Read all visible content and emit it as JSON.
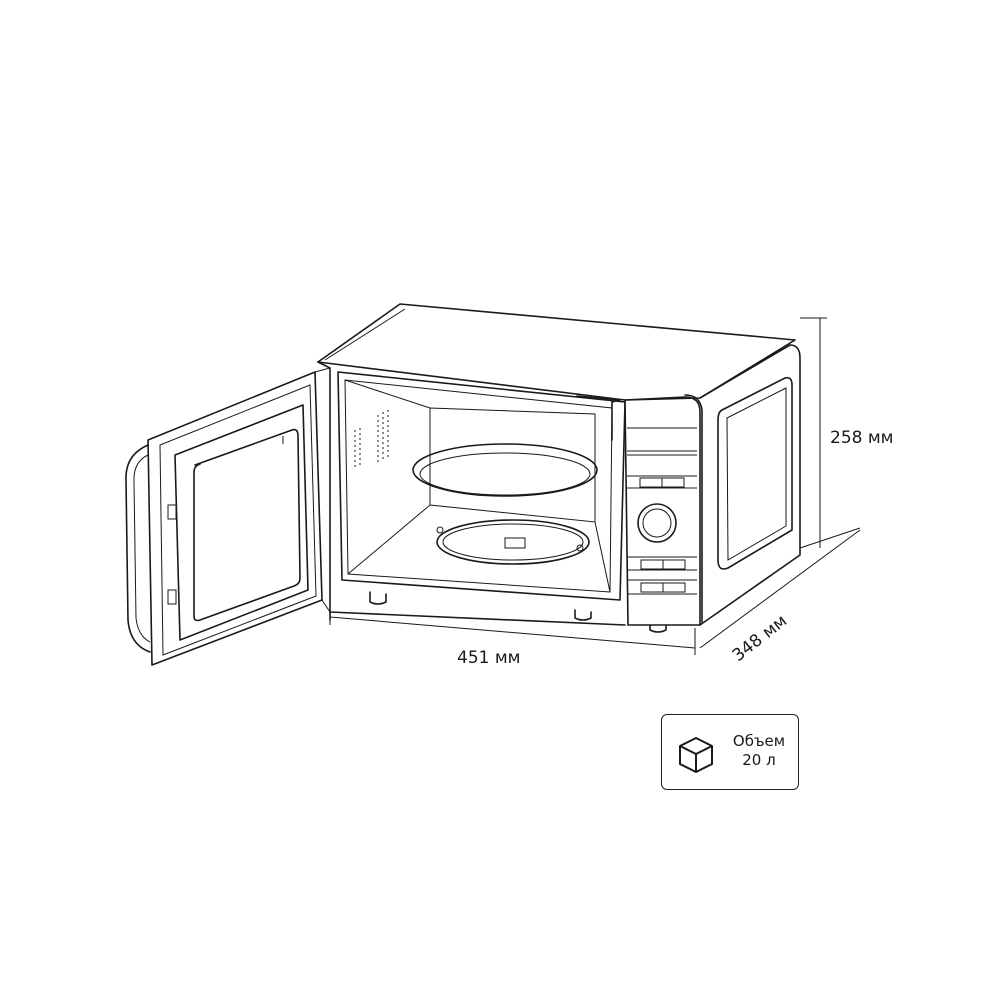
{
  "dimensions": {
    "height": "258 мм",
    "width": "451 мм",
    "depth": "348 мм"
  },
  "badge": {
    "icon": "cube-icon",
    "label": "Объем",
    "value": "20 л"
  },
  "colors": {
    "line": "#1a1a1a",
    "background": "#ffffff"
  }
}
